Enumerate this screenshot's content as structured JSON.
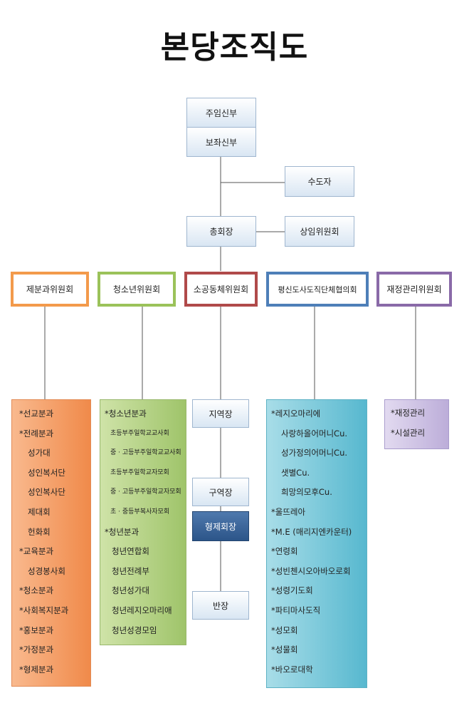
{
  "title": "본당조직도",
  "top": {
    "pastor": "주임신부",
    "assistant": "보좌신부",
    "religious": "수도자",
    "president": "총회장",
    "standing": "상임위원회"
  },
  "committees": [
    {
      "name": "제분과위원회",
      "color": "#f39a4b"
    },
    {
      "name": "청소년위원회",
      "color": "#9bc25a"
    },
    {
      "name": "소공동체위원회",
      "color": "#b04a4a"
    },
    {
      "name": "평신도사도직단체협의회",
      "color": "#4e7fb8"
    },
    {
      "name": "재정관리위원회",
      "color": "#8a6aa8"
    }
  ],
  "chain": {
    "district": "지역장",
    "section": "구역장",
    "brothers": "형제회장",
    "ban": "반장"
  },
  "lists": {
    "bunkwa": [
      "*선교분과",
      "*전례분과",
      "성가대",
      "성인복서단",
      "성인복사단",
      "제대회",
      "헌화회",
      "*교육분과",
      "성경봉사회",
      "*청소분과",
      "*사회복지분과",
      "*홍보분과",
      "*가정분과",
      "*형제분과"
    ],
    "youth": [
      "*청소년분과",
      "초등부주일학교교사회",
      "중 · 고등부주일학교교사회",
      "초등부주일학교자모회",
      "중 · 고등부주일학교자모회",
      "초 · 중등부복사자모회",
      "*청년분과",
      "청년연합회",
      "청년전례부",
      "청년성가대",
      "청년레지오마리애",
      "청년성경모임"
    ],
    "lay": [
      "*레지오마리에",
      "사랑하올어머니Cu.",
      "성가정의어머니Cu.",
      "샛별Cu.",
      "희망의모후Cu.",
      "*울뜨레아",
      "*M.E (매리지엔카운터)",
      "*연령회",
      "*성빈첸시오아바오로회",
      "*성령기도회",
      "*파티마사도직",
      "*성모회",
      "*성물회",
      "*바오로대학"
    ],
    "finance": [
      "*재정관리",
      "*시설관리"
    ]
  }
}
